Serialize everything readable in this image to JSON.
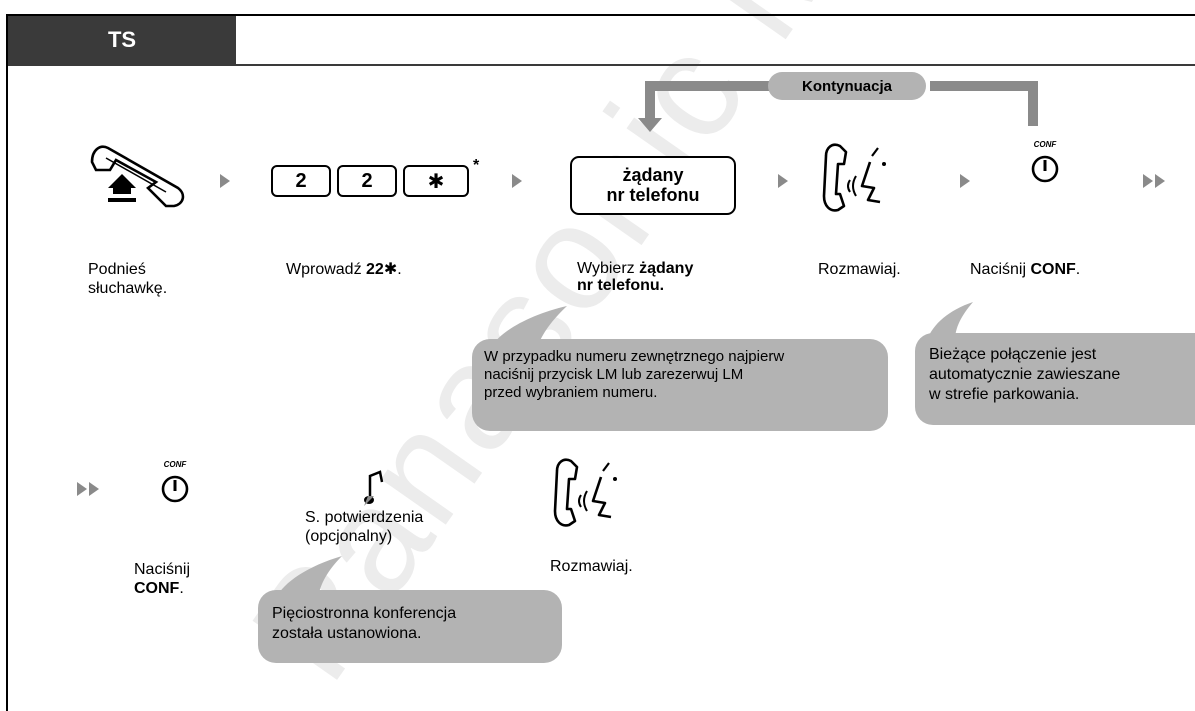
{
  "header": {
    "tab_label": "TS"
  },
  "continuation": {
    "label": "Kontynuacja"
  },
  "row1": {
    "step1": {
      "label_line1": "Podnieś",
      "label_line2": "słuchawkę."
    },
    "step2": {
      "keys": [
        "2",
        "2",
        "✱"
      ],
      "superscript": "*",
      "label_prefix": "Wprowadź ",
      "label_bold": "22✱",
      "label_suffix": "."
    },
    "step3": {
      "box_line1": "żądany",
      "box_line2": "nr telefonu",
      "label_prefix": "Wybierz ",
      "label_bold_line1": "żądany",
      "label_bold_line2": "nr telefonu."
    },
    "step4": {
      "label": "Rozmawiaj."
    },
    "step5": {
      "icon_caption": "CONF",
      "label_prefix": "Naciśnij ",
      "label_bold": "CONF",
      "label_suffix": "."
    }
  },
  "row2": {
    "step1": {
      "icon_caption": "CONF",
      "label_line1": "Naciśnij",
      "label_bold": "CONF",
      "label_suffix": "."
    },
    "step2": {
      "label_line1": "S. potwierdzenia",
      "label_line2": "(opcjonalny)"
    },
    "step3": {
      "label": "Rozmawiaj."
    }
  },
  "notes": {
    "outside_line": {
      "line1": "W przypadku numeru zewnętrznego najpierw",
      "line2": "naciśnij przycisk LM lub zarezerwuj LM",
      "line3": "przed wybraniem numeru."
    },
    "parking": {
      "line1": "Bieżące połączenie jest",
      "line2": "automatycznie zawieszane",
      "line3": "w strefie parkowania."
    },
    "conference": {
      "line1": "Pięciostronna konferencja",
      "line2": "została ustanowiona."
    }
  },
  "watermark_text": "Panasonic Marketing Europe",
  "colors": {
    "tab_bg": "#3a3a3a",
    "bubble": "#b3b3b3",
    "arrow": "#8a8a8a",
    "watermark": "#e8e8e8"
  }
}
